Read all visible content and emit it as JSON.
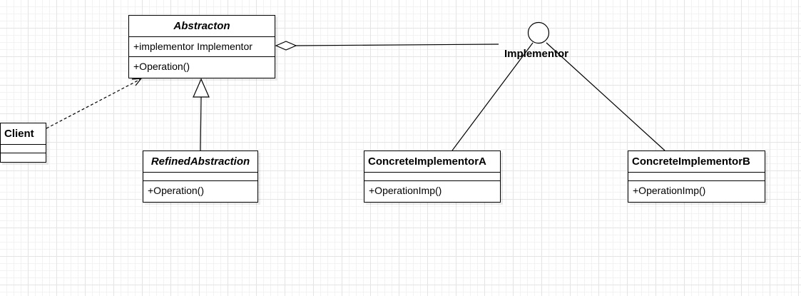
{
  "abstraction": {
    "name": "Abstracton",
    "attribute": "+implementor Implementor",
    "operation": "+Operation()"
  },
  "client": {
    "name": "Client"
  },
  "refined_abstraction": {
    "name": "RefinedAbstraction",
    "operation": "+Operation()"
  },
  "implementor_interface": {
    "name": "Implementor"
  },
  "concrete_a": {
    "name": "ConcreteImplementorA",
    "operation": "+OperationImp()"
  },
  "concrete_b": {
    "name": "ConcreteImplementorB",
    "operation": "+OperationImp()"
  },
  "colors": {
    "line": "#000000",
    "box_fill": "#ffffff",
    "grid": "#e4e4e4"
  }
}
